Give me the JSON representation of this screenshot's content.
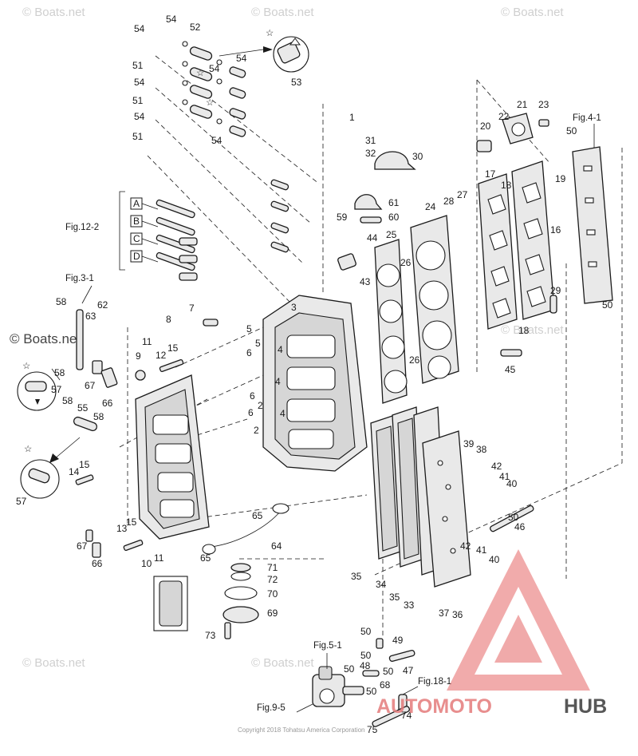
{
  "watermark": "© Boats.net",
  "copyright": "Copyright 2018 Tohatsu America Corporation",
  "brand": {
    "part1": "AUTOMOTO",
    "part2": "HUB",
    "color_accent": "#e04a4a",
    "color_dark": "#3a3a3a"
  },
  "refs": {
    "fig12_2": "Fig.12-2",
    "fig3_1": "Fig.3-1",
    "fig4_1": "Fig.4-1",
    "fig5_1": "Fig.5-1",
    "fig18_1": "Fig.18-1",
    "fig9_5": "Fig.9-5"
  },
  "boxes": [
    "A",
    "B",
    "C",
    "D"
  ],
  "star": "☆",
  "callouts": [
    {
      "id": "c1",
      "text": "54"
    },
    {
      "id": "c2",
      "text": "52"
    },
    {
      "id": "c3",
      "text": "54"
    },
    {
      "id": "c4",
      "text": "51"
    },
    {
      "id": "c5",
      "text": "54"
    },
    {
      "id": "c6",
      "text": "51"
    },
    {
      "id": "c7",
      "text": "54"
    },
    {
      "id": "c8",
      "text": "51"
    },
    {
      "id": "c9",
      "text": "54"
    },
    {
      "id": "c10",
      "text": "54"
    },
    {
      "id": "c11",
      "text": "54"
    },
    {
      "id": "c12",
      "text": "53"
    },
    {
      "id": "c13",
      "text": "1"
    },
    {
      "id": "c14",
      "text": "31"
    },
    {
      "id": "c15",
      "text": "32"
    },
    {
      "id": "c16",
      "text": "30"
    },
    {
      "id": "c17",
      "text": "21"
    },
    {
      "id": "c18",
      "text": "22"
    },
    {
      "id": "c19",
      "text": "23"
    },
    {
      "id": "c20",
      "text": "20"
    },
    {
      "id": "c21",
      "text": "50"
    },
    {
      "id": "c22",
      "text": "17"
    },
    {
      "id": "c23",
      "text": "18"
    },
    {
      "id": "c24",
      "text": "19"
    },
    {
      "id": "c25",
      "text": "61"
    },
    {
      "id": "c26",
      "text": "59"
    },
    {
      "id": "c27",
      "text": "60"
    },
    {
      "id": "c28",
      "text": "24"
    },
    {
      "id": "c29",
      "text": "28"
    },
    {
      "id": "c30",
      "text": "27"
    },
    {
      "id": "c31",
      "text": "16"
    },
    {
      "id": "c32",
      "text": "44"
    },
    {
      "id": "c33",
      "text": "25"
    },
    {
      "id": "c34",
      "text": "43"
    },
    {
      "id": "c35",
      "text": "26"
    },
    {
      "id": "c36",
      "text": "29"
    },
    {
      "id": "c37",
      "text": "50"
    },
    {
      "id": "c38",
      "text": "58"
    },
    {
      "id": "c39",
      "text": "62"
    },
    {
      "id": "c40",
      "text": "63"
    },
    {
      "id": "c41",
      "text": "7"
    },
    {
      "id": "c42",
      "text": "8"
    },
    {
      "id": "c43",
      "text": "3"
    },
    {
      "id": "c44",
      "text": "5"
    },
    {
      "id": "c45",
      "text": "5"
    },
    {
      "id": "c46",
      "text": "6"
    },
    {
      "id": "c47",
      "text": "4"
    },
    {
      "id": "c48",
      "text": "18"
    },
    {
      "id": "c49",
      "text": "26"
    },
    {
      "id": "c50",
      "text": "45"
    },
    {
      "id": "c51",
      "text": "11"
    },
    {
      "id": "c52",
      "text": "9"
    },
    {
      "id": "c53",
      "text": "12"
    },
    {
      "id": "c54",
      "text": "15"
    },
    {
      "id": "c55",
      "text": "58"
    },
    {
      "id": "c56",
      "text": "57"
    },
    {
      "id": "c57",
      "text": "67"
    },
    {
      "id": "c58",
      "text": "66"
    },
    {
      "id": "c59",
      "text": "4"
    },
    {
      "id": "c60",
      "text": "6"
    },
    {
      "id": "c61",
      "text": "2"
    },
    {
      "id": "c62",
      "text": "6"
    },
    {
      "id": "c63",
      "text": "4"
    },
    {
      "id": "c64",
      "text": "2"
    },
    {
      "id": "c65",
      "text": "58"
    },
    {
      "id": "c66",
      "text": "55"
    },
    {
      "id": "c67",
      "text": "58"
    },
    {
      "id": "c68",
      "text": "15"
    },
    {
      "id": "c69",
      "text": "14"
    },
    {
      "id": "c70",
      "text": "57"
    },
    {
      "id": "c71",
      "text": "39"
    },
    {
      "id": "c72",
      "text": "38"
    },
    {
      "id": "c73",
      "text": "42"
    },
    {
      "id": "c74",
      "text": "41"
    },
    {
      "id": "c75",
      "text": "40"
    },
    {
      "id": "c76",
      "text": "50"
    },
    {
      "id": "c77",
      "text": "46"
    },
    {
      "id": "c78",
      "text": "65"
    },
    {
      "id": "c79",
      "text": "64"
    },
    {
      "id": "c80",
      "text": "13"
    },
    {
      "id": "c81",
      "text": "15"
    },
    {
      "id": "c82",
      "text": "67"
    },
    {
      "id": "c83",
      "text": "66"
    },
    {
      "id": "c84",
      "text": "10"
    },
    {
      "id": "c85",
      "text": "11"
    },
    {
      "id": "c86",
      "text": "65"
    },
    {
      "id": "c87",
      "text": "71"
    },
    {
      "id": "c88",
      "text": "72"
    },
    {
      "id": "c89",
      "text": "70"
    },
    {
      "id": "c90",
      "text": "69"
    },
    {
      "id": "c91",
      "text": "73"
    },
    {
      "id": "c92",
      "text": "35"
    },
    {
      "id": "c93",
      "text": "34"
    },
    {
      "id": "c94",
      "text": "35"
    },
    {
      "id": "c95",
      "text": "33"
    },
    {
      "id": "c96",
      "text": "42"
    },
    {
      "id": "c97",
      "text": "41"
    },
    {
      "id": "c98",
      "text": "40"
    },
    {
      "id": "c99",
      "text": "37"
    },
    {
      "id": "c100",
      "text": "36"
    },
    {
      "id": "c101",
      "text": "50"
    },
    {
      "id": "c102",
      "text": "49"
    },
    {
      "id": "c103",
      "text": "50"
    },
    {
      "id": "c104",
      "text": "48"
    },
    {
      "id": "c105",
      "text": "50"
    },
    {
      "id": "c106",
      "text": "47"
    },
    {
      "id": "c107",
      "text": "50"
    },
    {
      "id": "c108",
      "text": "68"
    },
    {
      "id": "c109",
      "text": "50"
    },
    {
      "id": "c110",
      "text": "74"
    },
    {
      "id": "c111",
      "text": "75"
    }
  ]
}
